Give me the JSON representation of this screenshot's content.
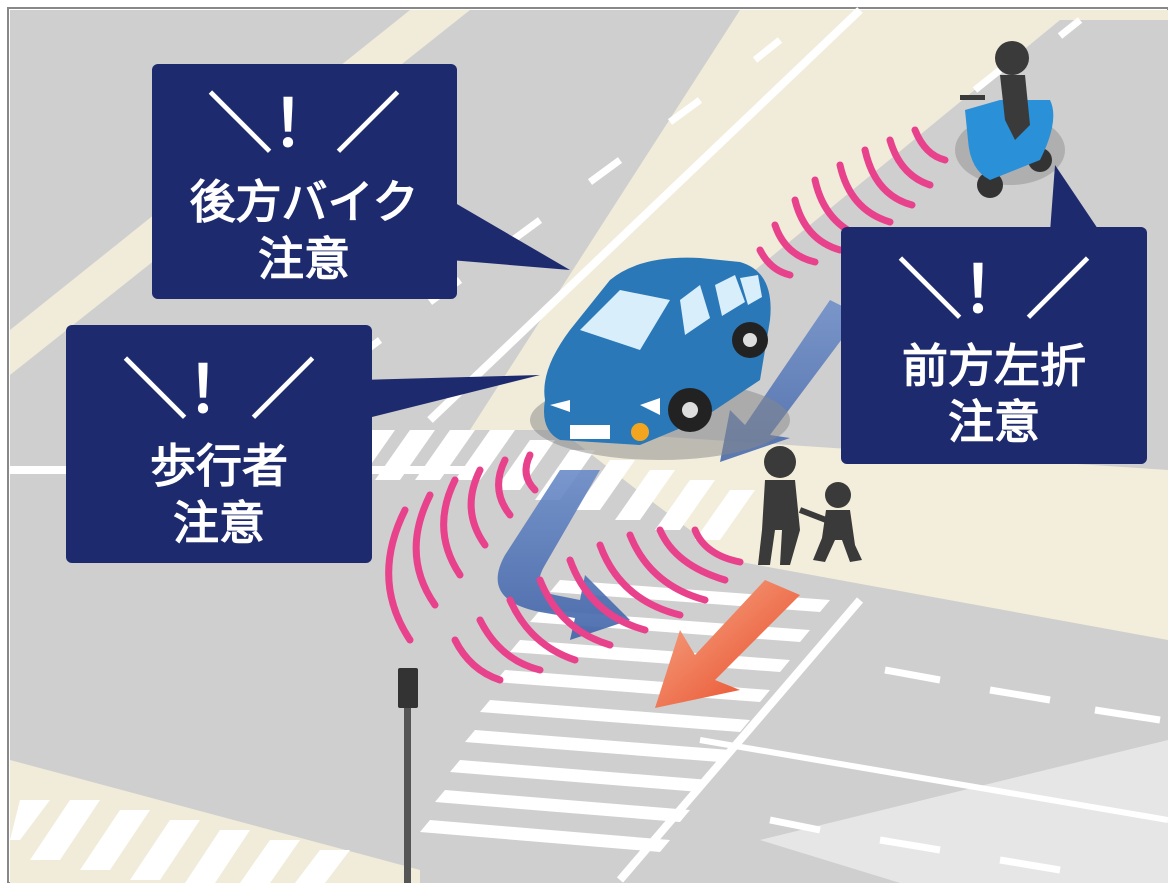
{
  "colors": {
    "background": "#ffffff",
    "road": "#cccccc",
    "sidewalk": "#f0ead8",
    "bubble": "#1e2a6e",
    "wave": "#e8428c",
    "car": "#2a78b8",
    "motorbike": "#2a90d8",
    "person": "#333333",
    "arrow_blue": "#4a6fb0",
    "arrow_red": "#e84a2a"
  },
  "bubbles": {
    "rear_bike": {
      "mark": "＼！／",
      "line1": "後方バイク",
      "line2": "注意"
    },
    "pedestrian": {
      "mark": "＼！／",
      "line1": "歩行者",
      "line2": "注意"
    },
    "left_turn": {
      "mark": "＼！／",
      "line1": "前方左折",
      "line2": "注意"
    }
  }
}
